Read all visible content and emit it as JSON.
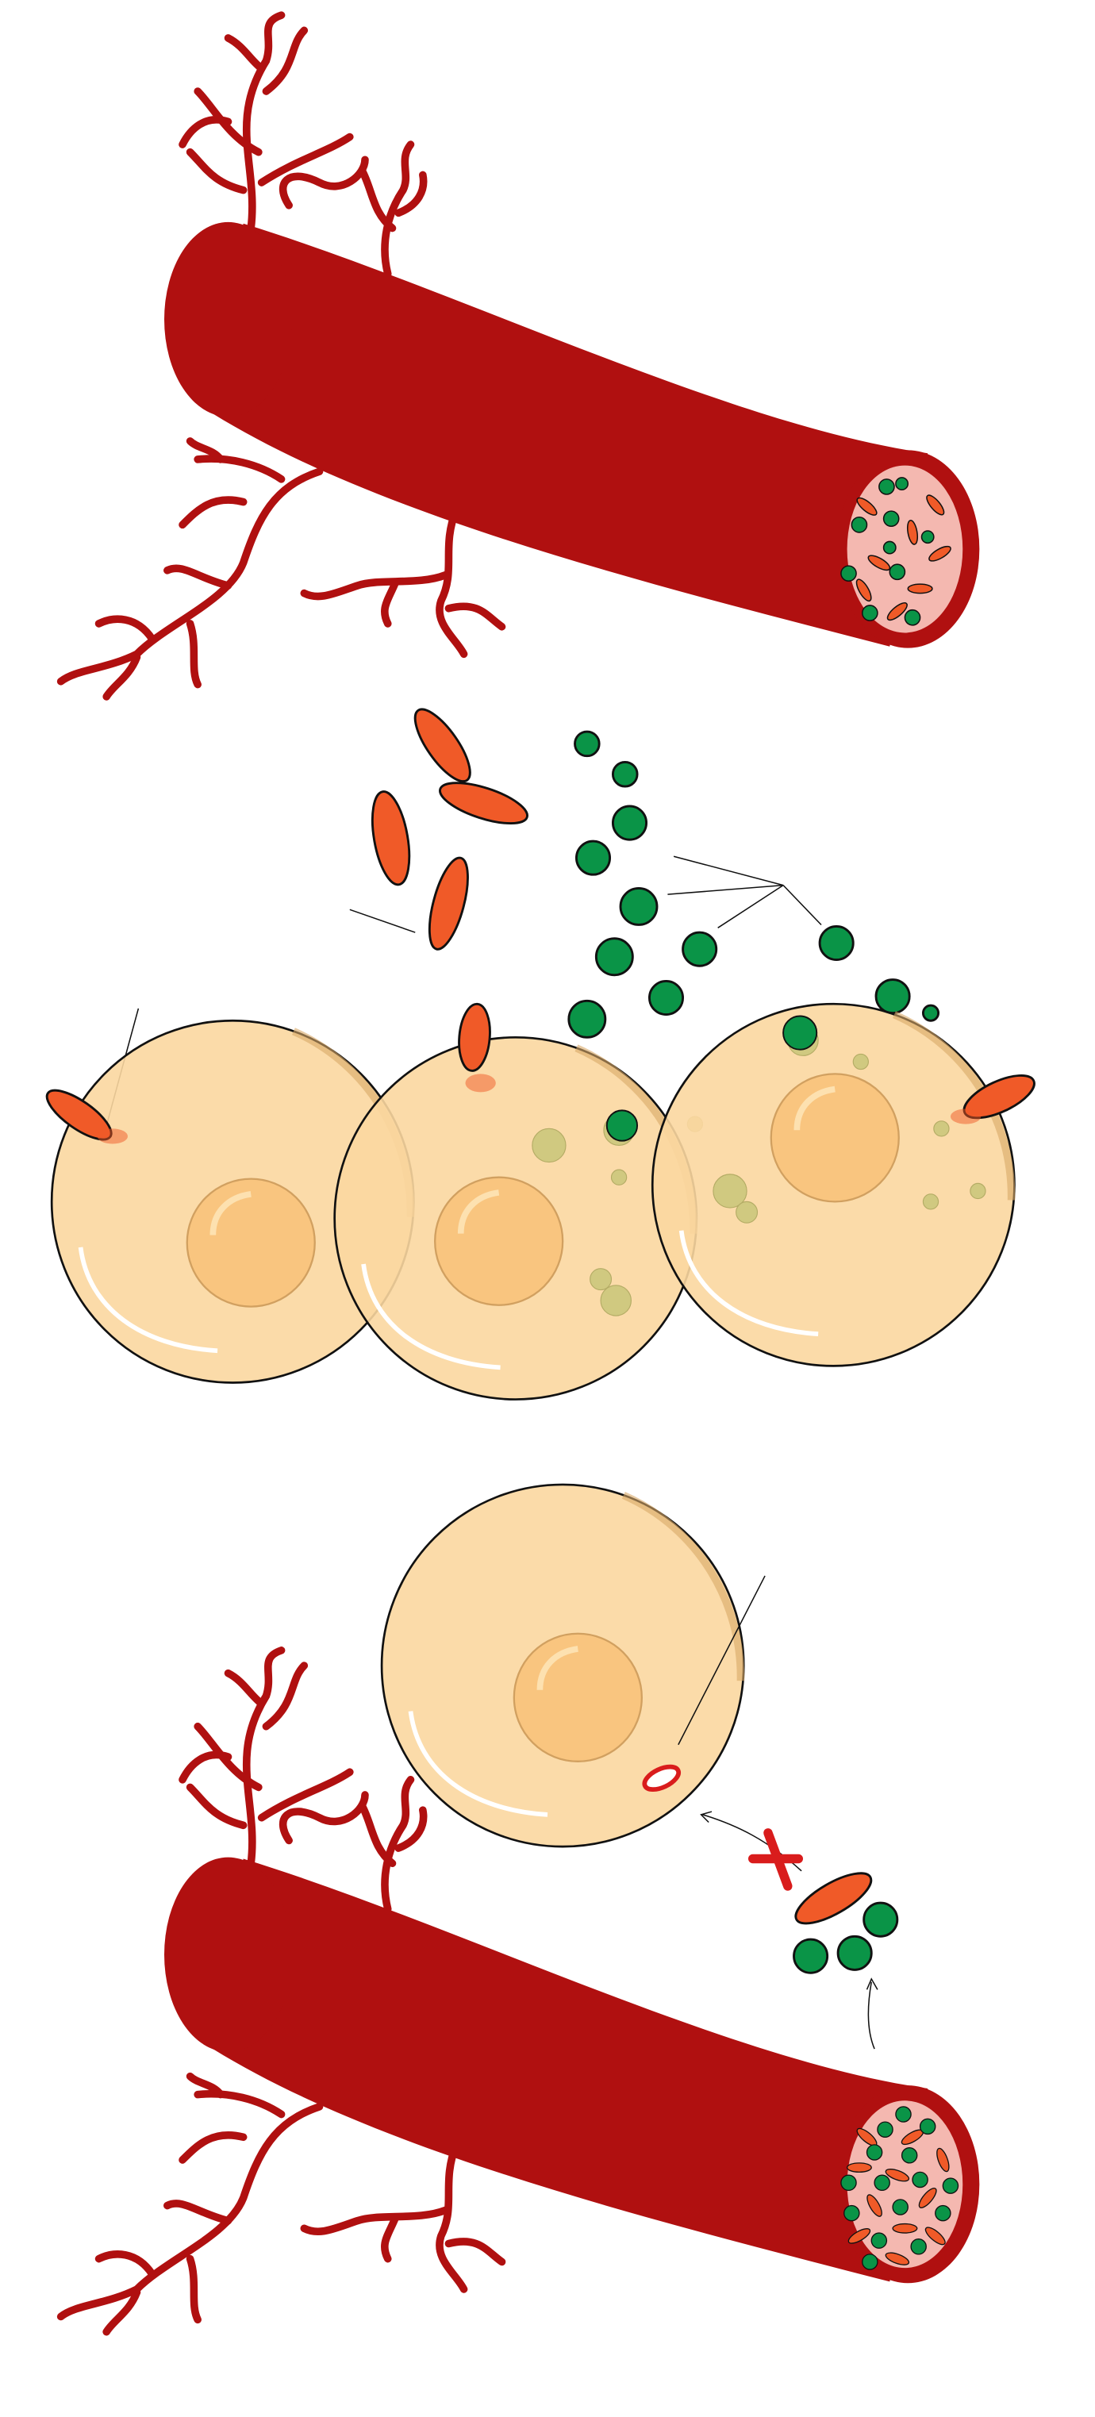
{
  "colors": {
    "vessel": "#b01010",
    "vessel_lumen": "#f4b8b0",
    "cell": "#fbd7a0",
    "nucleus": "#f9c57f",
    "red_particle": "#f05a28",
    "green_particle": "#0a9447",
    "vesicle": "#c9c67a",
    "blocked_mark": "#d91c1c"
  },
  "diagram": {
    "panels": [
      "vessel-with-particles",
      "cells-uptake",
      "cell-blocked-from-vessel"
    ]
  }
}
